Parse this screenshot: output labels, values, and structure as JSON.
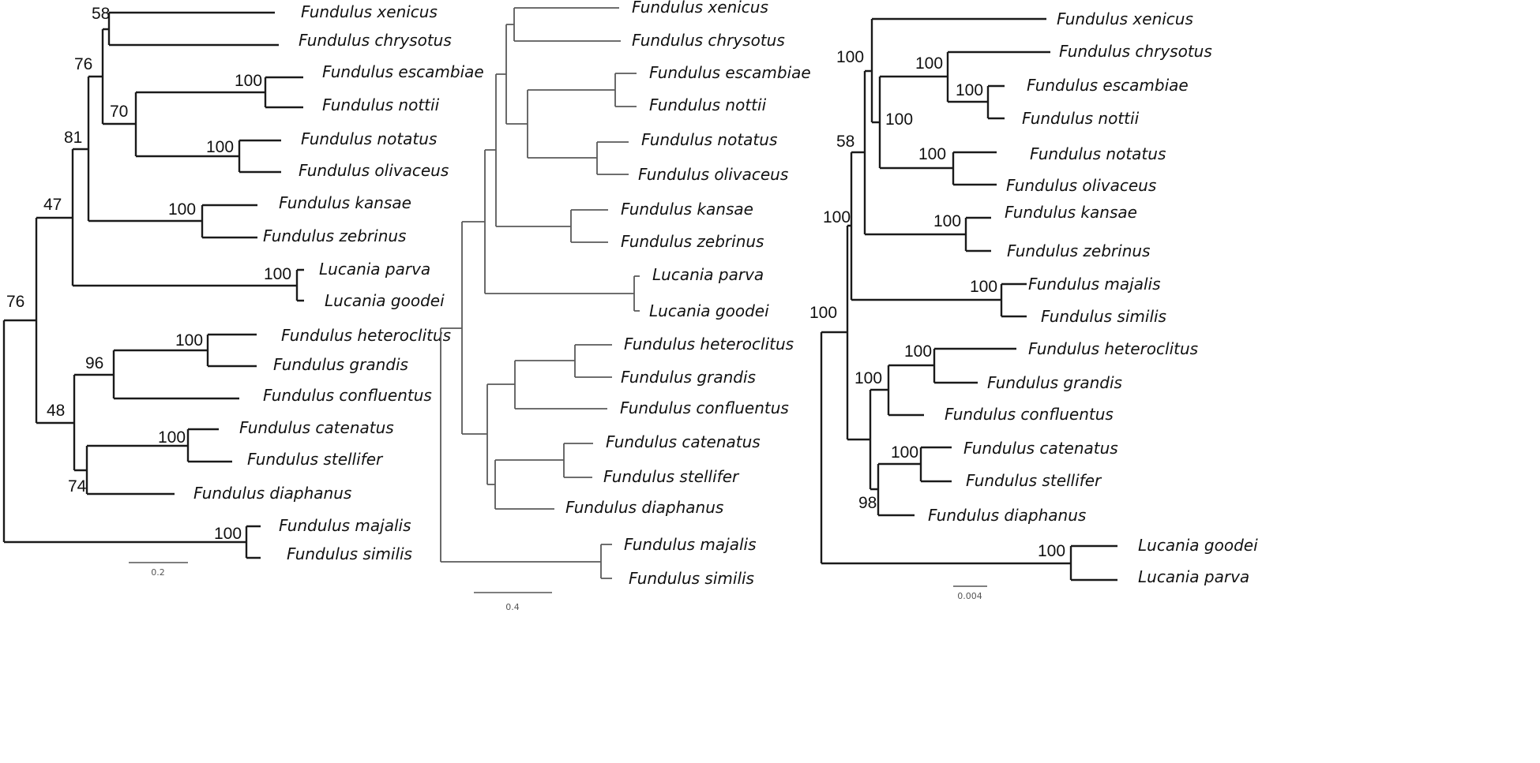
{
  "taxa": {
    "xenicus": "Fundulus xenicus",
    "chrysotus": "Fundulus chrysotus",
    "escambiae": "Fundulus escambiae",
    "nottii": "Fundulus nottii",
    "notatus": "Fundulus notatus",
    "olivaceus": "Fundulus olivaceus",
    "kansae": "Fundulus kansae",
    "zebrinus": "Fundulus zebrinus",
    "parva": "Lucania parva",
    "goodei": "Lucania goodei",
    "heteroclitus": "Fundulus heteroclitus",
    "grandis": "Fundulus grandis",
    "confluentus": "Fundulus confluentus",
    "catenatus": "Fundulus catenatus",
    "stellifer": "Fundulus stellifer",
    "diaphanus": "Fundulus diaphanus",
    "majalis": "Fundulus majalis",
    "similis": "Fundulus similis"
  },
  "trees": [
    {
      "scale_label": "0.2",
      "support": {
        "xen_chr": "58",
        "east_clade": "76",
        "esc_not": "100",
        "notatus_group": "70",
        "nota_oliv": "100",
        "eastern_plus_kansae": "81",
        "kan_zeb": "100",
        "lucania_group": "47",
        "par_goo": "100",
        "root": "76",
        "het_gra": "100",
        "het_conf": "96",
        "southern_group": "48",
        "cat_ste": "100",
        "cat_dia": "74",
        "maj_sim": "100"
      }
    },
    {
      "scale_label": "0.4"
    },
    {
      "scale_label": "0.004",
      "support": {
        "root": "100",
        "upper": "100",
        "inner": "58",
        "east_clade": "100",
        "chr_esc": "100",
        "esc_not": "100",
        "notatus_group": "100",
        "kan_zeb": "100",
        "maj_sim": "100",
        "lower": "100",
        "het_gra": "100",
        "cat_ste": "100",
        "cat_dia": "98",
        "goo_par": "100"
      }
    }
  ]
}
